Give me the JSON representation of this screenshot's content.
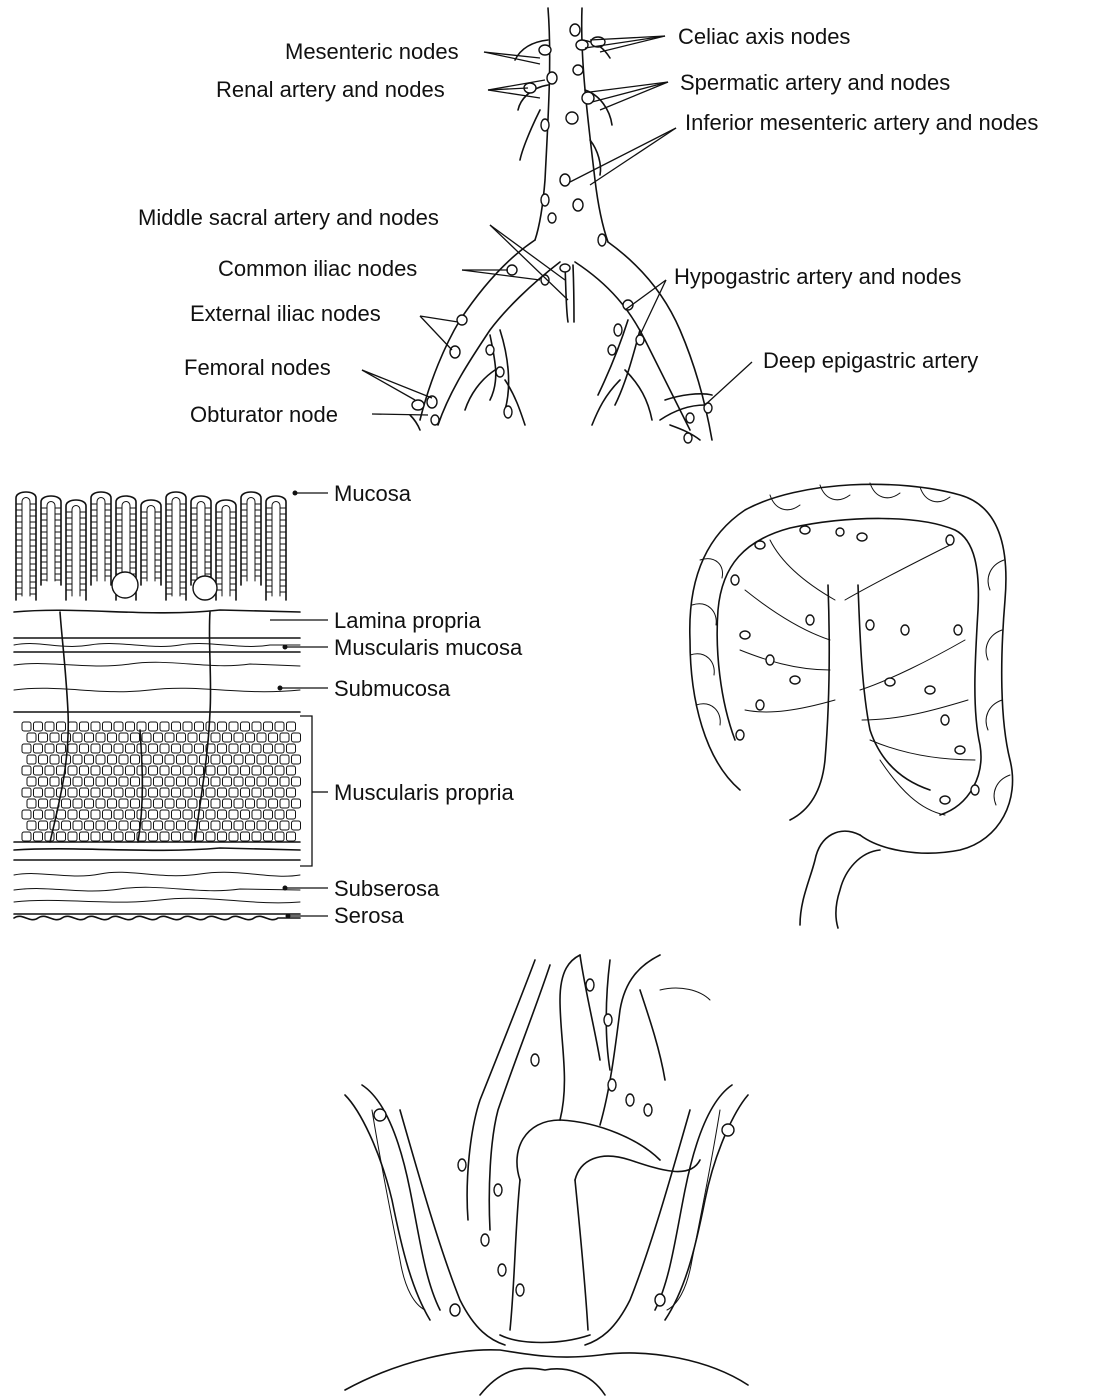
{
  "vascular_labels": {
    "mesenteric_nodes": "Mesenteric nodes",
    "renal_artery_nodes": "Renal artery and nodes",
    "celiac_axis_nodes": "Celiac axis nodes",
    "spermatic_artery_nodes": "Spermatic artery and nodes",
    "inferior_mesenteric_artery_nodes": "Inferior mesenteric artery and nodes",
    "middle_sacral_artery_nodes": "Middle sacral artery and nodes",
    "common_iliac_nodes": "Common iliac nodes",
    "hypogastric_artery_nodes": "Hypogastric artery and nodes",
    "external_iliac_nodes": "External iliac nodes",
    "femoral_nodes": "Femoral nodes",
    "deep_epigastric_artery": "Deep epigastric artery",
    "obturator_node": "Obturator node"
  },
  "wall_layers": {
    "mucosa": "Mucosa",
    "lamina_propria": "Lamina propria",
    "muscularis_mucosa": "Muscularis mucosa",
    "submucosa": "Submucosa",
    "muscularis_propria": "Muscularis propria",
    "subserosa": "Subserosa",
    "serosa": "Serosa"
  }
}
